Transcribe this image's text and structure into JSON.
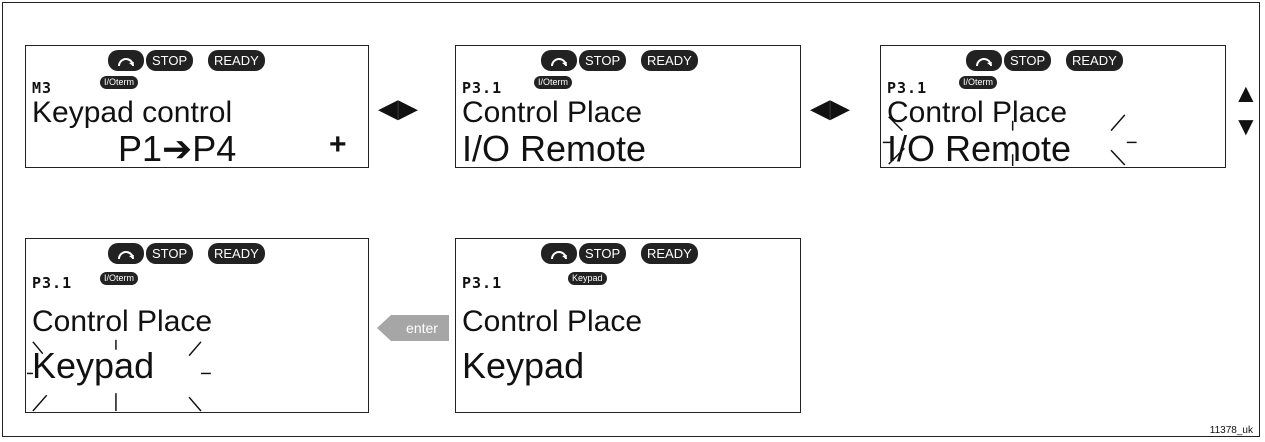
{
  "indicators": {
    "stop": "STOP",
    "ready": "READY",
    "ioterm": "I/Oterm",
    "keypad": "Keypad"
  },
  "panels": [
    {
      "code": "M3",
      "line1": "Keypad control",
      "line2": "P1➔P4",
      "extra": "+",
      "tag": "I/Oterm"
    },
    {
      "code": "P3.1",
      "line1": "Control Place",
      "line2": "I/O Remote",
      "tag": "I/Oterm"
    },
    {
      "code": "P3.1",
      "line1": "Control Place",
      "line2": "I/O Remote",
      "tag": "I/Oterm",
      "blinking": true
    },
    {
      "code": "P3.1",
      "line1": "Control Place",
      "line2": "Keypad",
      "tag": "I/Oterm",
      "blinking": true
    },
    {
      "code": "P3.1",
      "line1": "Control Place",
      "line2": "Keypad",
      "tag": "Keypad"
    }
  ],
  "nav": {
    "left_right": "◀▶",
    "up": "▲",
    "down": "▼",
    "enter": "enter"
  },
  "footnote": "11378_uk"
}
